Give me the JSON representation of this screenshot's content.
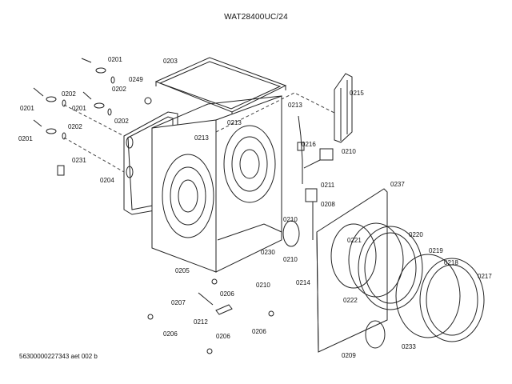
{
  "title": "WAT28400UC/24",
  "footer": "56300000227343 aet 002 b",
  "labels": [
    {
      "id": "l1",
      "text": "0201"
    },
    {
      "id": "l2",
      "text": "0202"
    },
    {
      "id": "l3",
      "text": "0249"
    },
    {
      "id": "l4",
      "text": "0203"
    },
    {
      "id": "l5",
      "text": "0201"
    },
    {
      "id": "l6",
      "text": "0202"
    },
    {
      "id": "l7",
      "text": "0201"
    },
    {
      "id": "l8",
      "text": "0202"
    },
    {
      "id": "l9",
      "text": "0201"
    },
    {
      "id": "l10",
      "text": "0202"
    },
    {
      "id": "l11",
      "text": "0231"
    },
    {
      "id": "l12",
      "text": "0204"
    },
    {
      "id": "l13",
      "text": "0213"
    },
    {
      "id": "l14",
      "text": "0213"
    },
    {
      "id": "l15",
      "text": "0213"
    },
    {
      "id": "l16",
      "text": "0215"
    },
    {
      "id": "l17",
      "text": "0216"
    },
    {
      "id": "l18",
      "text": "0210"
    },
    {
      "id": "l19",
      "text": "0211"
    },
    {
      "id": "l20",
      "text": "0208"
    },
    {
      "id": "l21",
      "text": "0237"
    },
    {
      "id": "l22",
      "text": "0210"
    },
    {
      "id": "l23",
      "text": "0230"
    },
    {
      "id": "l24",
      "text": "0210"
    },
    {
      "id": "l25",
      "text": "0221"
    },
    {
      "id": "l26",
      "text": "0220"
    },
    {
      "id": "l27",
      "text": "0219"
    },
    {
      "id": "l28",
      "text": "0218"
    },
    {
      "id": "l29",
      "text": "0217"
    },
    {
      "id": "l30",
      "text": "0214"
    },
    {
      "id": "l31",
      "text": "0222"
    },
    {
      "id": "l32",
      "text": "0205"
    },
    {
      "id": "l33",
      "text": "0206"
    },
    {
      "id": "l34",
      "text": "0210"
    },
    {
      "id": "l35",
      "text": "0207"
    },
    {
      "id": "l36",
      "text": "0212"
    },
    {
      "id": "l37",
      "text": "0206"
    },
    {
      "id": "l38",
      "text": "0206"
    },
    {
      "id": "l39",
      "text": "0206"
    },
    {
      "id": "l40",
      "text": "0209"
    },
    {
      "id": "l41",
      "text": "0233"
    }
  ]
}
